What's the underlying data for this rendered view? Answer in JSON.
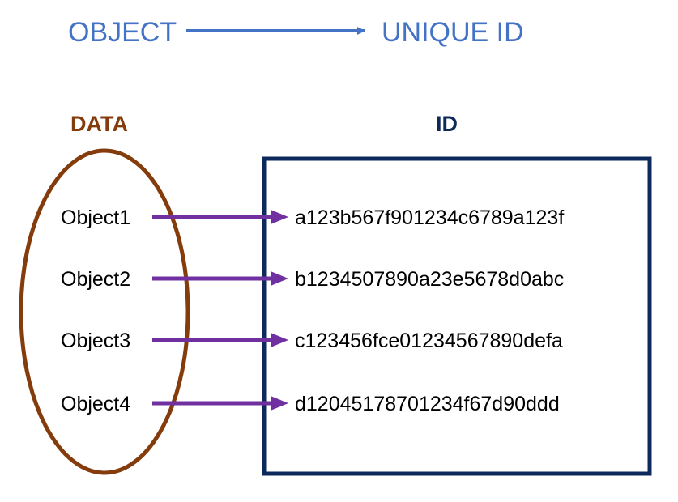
{
  "header": {
    "source_label": "OBJECT",
    "target_label": "UNIQUE ID"
  },
  "data_group": {
    "label": "DATA"
  },
  "id_group": {
    "label": "ID"
  },
  "mappings": [
    {
      "object": "Object1",
      "id": "a123b567f901234c6789a123f"
    },
    {
      "object": "Object2",
      "id": "b1234507890a23e5678d0abc"
    },
    {
      "object": "Object3",
      "id": "c123456fce01234567890defa"
    },
    {
      "object": "Object4",
      "id": "d12045178701234f67d90ddd"
    }
  ],
  "colors": {
    "header": "#4472C4",
    "data": "#843C0C",
    "id_box": "#0E2A5C",
    "arrow": "#7030A0",
    "text": "#000000"
  }
}
